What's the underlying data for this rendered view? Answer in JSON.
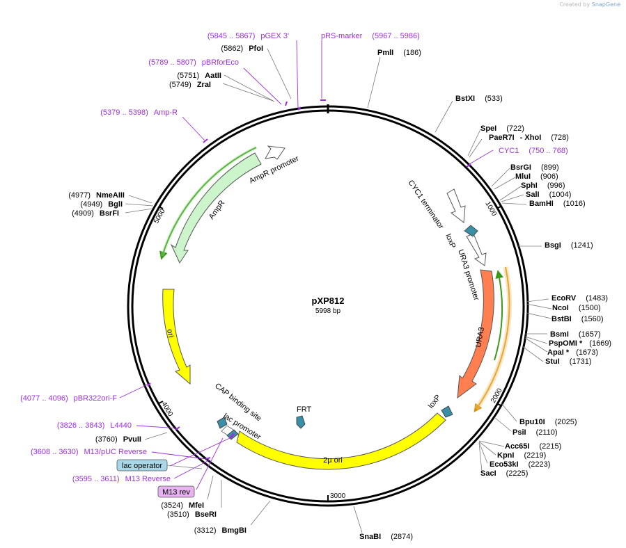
{
  "credit": {
    "prefix": "Created by",
    "brand": "SnapGene"
  },
  "plasmid": {
    "name": "pXP812",
    "size": "5998 bp"
  },
  "ticks": [
    "1000",
    "2000",
    "3000",
    "4000",
    "5000"
  ],
  "enzymes": [
    {
      "name": "PmlI",
      "pos": "(186)"
    },
    {
      "name": "BstXI",
      "pos": "(533)"
    },
    {
      "name": "SpeI",
      "pos": "(722)"
    },
    {
      "name": "PaeR7I",
      "extra": "- XhoI",
      "pos": "(728)"
    },
    {
      "name": "BsrGI",
      "pos": "(899)"
    },
    {
      "name": "MluI",
      "pos": "(906)"
    },
    {
      "name": "SphI",
      "pos": "(996)"
    },
    {
      "name": "SalI",
      "pos": "(1004)"
    },
    {
      "name": "BamHI",
      "pos": "(1016)"
    },
    {
      "name": "BsgI",
      "pos": "(1241)"
    },
    {
      "name": "EcoRV",
      "pos": "(1483)"
    },
    {
      "name": "NcoI",
      "pos": "(1500)"
    },
    {
      "name": "BstBI",
      "pos": "(1560)"
    },
    {
      "name": "BsmI",
      "pos": "(1657)"
    },
    {
      "name": "PspOMI *",
      "pos": "(1669)"
    },
    {
      "name": "ApaI *",
      "pos": "(1673)"
    },
    {
      "name": "StuI",
      "pos": "(1731)"
    },
    {
      "name": "Bpu10I",
      "pos": "(2025)"
    },
    {
      "name": "PsiI",
      "pos": "(2110)"
    },
    {
      "name": "Acc65I",
      "pos": "(2215)"
    },
    {
      "name": "KpnI",
      "pos": "(2219)"
    },
    {
      "name": "Eco53kI",
      "pos": "(2223)"
    },
    {
      "name": "SacI",
      "pos": "(2225)"
    },
    {
      "name": "SnaBI",
      "pos": "(2874)"
    },
    {
      "name": "BmgBI",
      "pos": "(3312)"
    },
    {
      "name": "BseRI",
      "pos": "(3510)"
    },
    {
      "name": "MfeI",
      "pos": "(3524)"
    },
    {
      "name": "PvuII",
      "pos": "(3760)"
    },
    {
      "name": "BsrFI",
      "pos": "(4909)"
    },
    {
      "name": "BglI",
      "pos": "(4949)"
    },
    {
      "name": "NmeAIII",
      "pos": "(4977)"
    },
    {
      "name": "ZraI",
      "pos": "(5749)"
    },
    {
      "name": "AatII",
      "pos": "(5751)"
    },
    {
      "name": "PfoI",
      "pos": "(5862)"
    }
  ],
  "primers": [
    {
      "range": "(5845 .. 5867)",
      "name": "pGEX 3'"
    },
    {
      "name": "pRS-marker",
      "range": "(5967 .. 5986)"
    },
    {
      "range": "(5789 .. 5807)",
      "name": "pBRforEco"
    },
    {
      "range": "(5379 .. 5398)",
      "name": "Amp-R"
    },
    {
      "name": "CYC1",
      "range": "(750 .. 768)"
    },
    {
      "range": "(4077 .. 4096)",
      "name": "pBR322ori-F"
    },
    {
      "range": "(3826 .. 3843)",
      "name": "L4440"
    },
    {
      "range": "(3608 .. 3630)",
      "name": "M13/pUC Reverse"
    },
    {
      "range": "(3595 .. 3611)",
      "name": "M13 Reverse"
    }
  ],
  "features": [
    {
      "name": "AmpR promoter"
    },
    {
      "name": "AmpR"
    },
    {
      "name": "ori"
    },
    {
      "name": "CYC1 terminator"
    },
    {
      "name": "loxP"
    },
    {
      "name": "URA3 promoter"
    },
    {
      "name": "URA3"
    },
    {
      "name": "loxP"
    },
    {
      "name": "2μ ori"
    },
    {
      "name": "FRT"
    },
    {
      "name": "CAP binding site"
    },
    {
      "name": "lac promoter"
    },
    {
      "name": "lac operator"
    },
    {
      "name": "M13 rev"
    }
  ],
  "colors": {
    "backbone": "#000000",
    "primer": "#9b30d9",
    "ampr": "#ccf5cc",
    "ori": "#ffff00",
    "ura3": "#ff7f50",
    "lox": "#3a8ea5",
    "terminator": "#ffffff",
    "lac_operator_box": "#a8d8e8",
    "m13_box": "#e6b3f0"
  }
}
